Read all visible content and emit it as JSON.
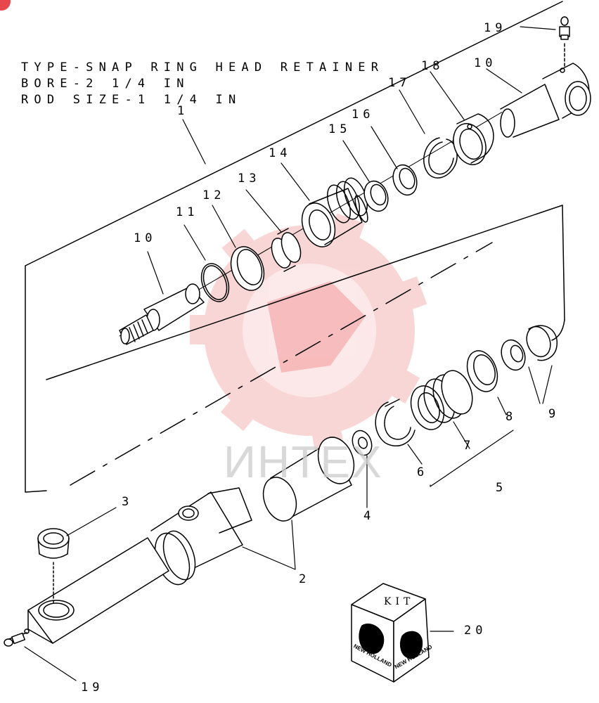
{
  "title_lines": [
    "TYPE-SNAP RING HEAD RETAINER",
    "BORE-2 1/4 IN",
    "ROD SIZE-1 1/4 IN"
  ],
  "callouts": {
    "c1": "1",
    "c2": "2",
    "c3": "3",
    "c4": "4",
    "c5": "5",
    "c6": "6",
    "c7": "7",
    "c8": "8",
    "c9": "9",
    "c10_top": "10",
    "c10_left": "10",
    "c11": "11",
    "c12": "12",
    "c13": "13",
    "c14": "14",
    "c15": "15",
    "c16": "16",
    "c17": "17",
    "c18": "18",
    "c19_top": "19",
    "c19_bottom": "19",
    "c20": "20"
  },
  "kit": {
    "label": "KIT",
    "brand": "NEW HOLLAND"
  },
  "watermark": {
    "text": "ИНТЕХ",
    "color": "#e8474b"
  }
}
